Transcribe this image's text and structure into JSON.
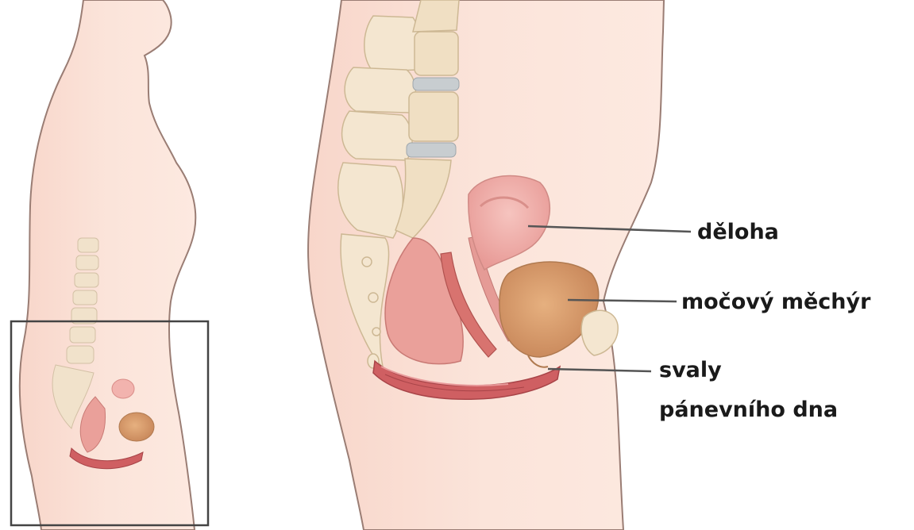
{
  "labels": {
    "uterus": "děloha",
    "bladder": "močový měchýr",
    "pelvic_floor_line1": "svaly",
    "pelvic_floor_line2": "pánevního dna"
  },
  "colors": {
    "skin": "#fbe2d8",
    "skin_outline": "#9a7d74",
    "bone": "#f4e6d0",
    "disc": "#c8cdd0",
    "uterus": "#f2b3ae",
    "bladder": "#d9a06f",
    "muscle": "#cf5f62",
    "rectum": "#eaa09a",
    "leader_line": "#555555",
    "inset_frame": "#444444"
  }
}
